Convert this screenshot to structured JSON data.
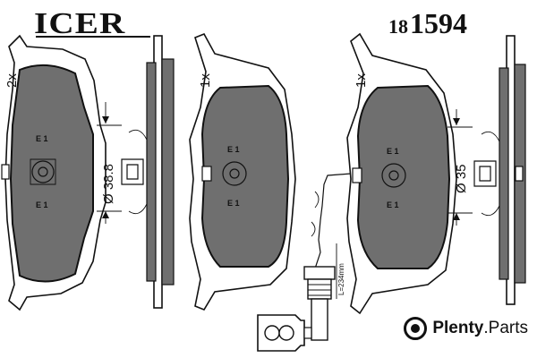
{
  "header": {
    "brand": "ICER",
    "part_number_prefix": "18",
    "part_number_main": "1594"
  },
  "pads": [
    {
      "quantity": "2x",
      "diameter": "Ø 38.8"
    },
    {
      "quantity": "1x"
    },
    {
      "quantity": "1x",
      "diameter": "Ø 35"
    }
  ],
  "sensor": {
    "length": "L=234mm"
  },
  "watermark": {
    "brand_bold": "Plenty",
    "brand_rest": ".Parts",
    "icon": "plenty-logo-icon"
  },
  "colors": {
    "pad_fill": "#6f6f6f",
    "line": "#111111",
    "background": "#ffffff"
  }
}
